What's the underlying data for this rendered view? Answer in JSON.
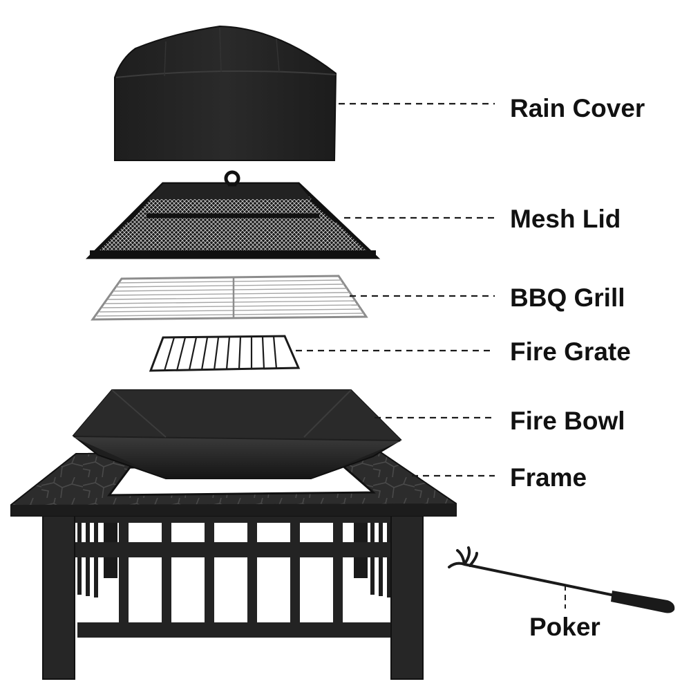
{
  "parts": {
    "rain_cover": "Rain Cover",
    "mesh_lid": "Mesh Lid",
    "bbq_grill": "BBQ Grill",
    "fire_grate": "Fire Grate",
    "fire_bowl": "Fire Bowl",
    "frame": "Frame",
    "poker": "Poker"
  },
  "colors": {
    "metal_dark": "#1e1e1e",
    "metal_mid": "#2e2e2e",
    "grill_wire": "#9a9a9a",
    "label_text": "#111111",
    "background": "#ffffff"
  }
}
